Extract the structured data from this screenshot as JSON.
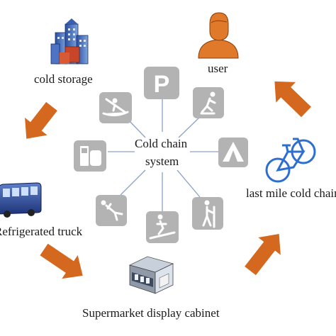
{
  "center": {
    "line1": "Cold chain",
    "line2": "system"
  },
  "nodes": {
    "cold_storage": "cold storage",
    "user": "user",
    "last_mile": "last mile cold chain",
    "truck": "Refrigerated truck",
    "supermarket": "Supermarket display cabinet"
  },
  "icons": [
    "parking-icon",
    "hiking-icon",
    "camping-icon",
    "trekking-icon",
    "snowboarding-icon",
    "scuba-diving-icon",
    "fuel-station-icon",
    "kayaking-icon"
  ],
  "colors": {
    "arrow": "#d4681f",
    "tile": "#b3b3b3",
    "spoke": "#8aa2c8"
  }
}
